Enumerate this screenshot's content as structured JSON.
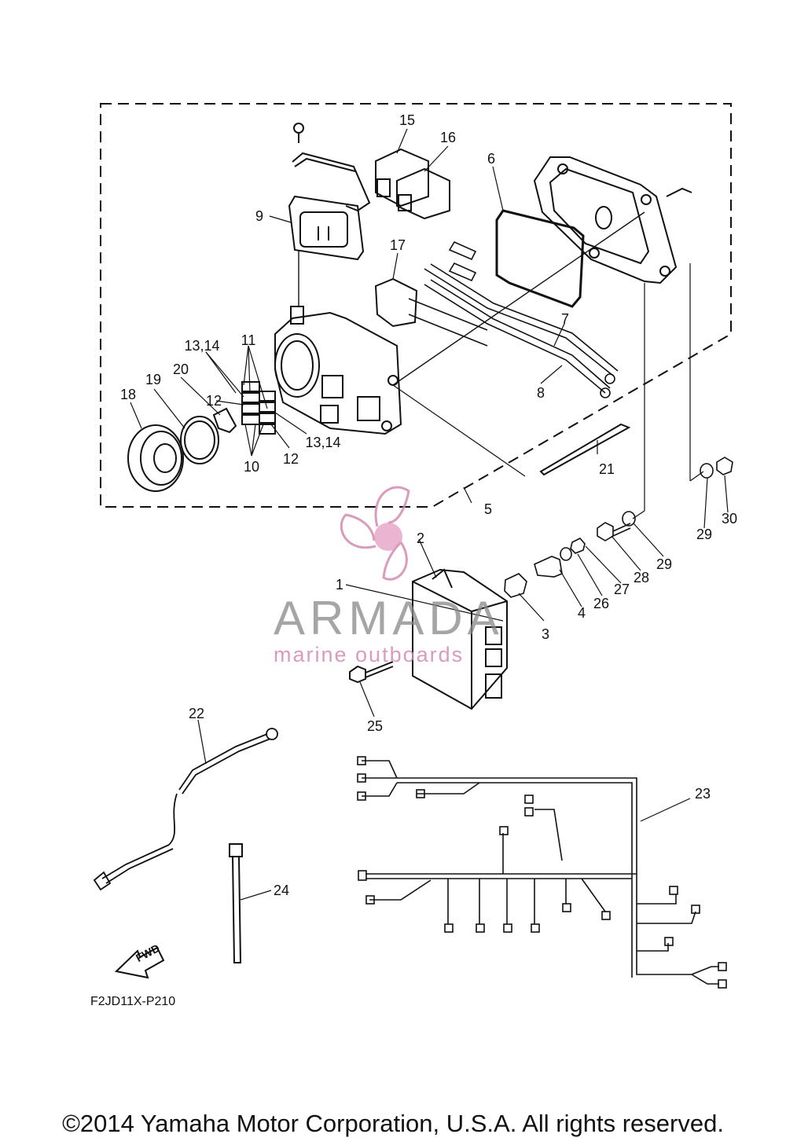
{
  "callouts": {
    "c1": "1",
    "c2": "2",
    "c3": "3",
    "c4": "4",
    "c5": "5",
    "c6": "6",
    "c7": "7",
    "c8": "8",
    "c9": "9",
    "c10": "10",
    "c11": "11",
    "c12a": "12",
    "c12b": "12",
    "c1314a": "13,14",
    "c1314b": "13,14",
    "c15": "15",
    "c16": "16",
    "c17": "17",
    "c18": "18",
    "c19": "19",
    "c20": "20",
    "c21": "21",
    "c22": "22",
    "c23": "23",
    "c24": "24",
    "c25": "25",
    "c26": "26",
    "c27": "27",
    "c28": "28",
    "c29a": "29",
    "c29b": "29",
    "c30": "30"
  },
  "diagram_code": "F2JD11X-P210",
  "fwd_label": "FWD",
  "watermark": {
    "title": "ARMADA",
    "subtitle": "marine outboards"
  },
  "copyright": "©2014 Yamaha Motor Corporation, U.S.A. All rights reserved.",
  "colors": {
    "line": "#111111",
    "watermark_pink": "#d48ab1",
    "watermark_gray": "#888888"
  },
  "icons": {
    "logo": "propeller-logo-icon",
    "direction": "fwd-arrow-icon"
  }
}
